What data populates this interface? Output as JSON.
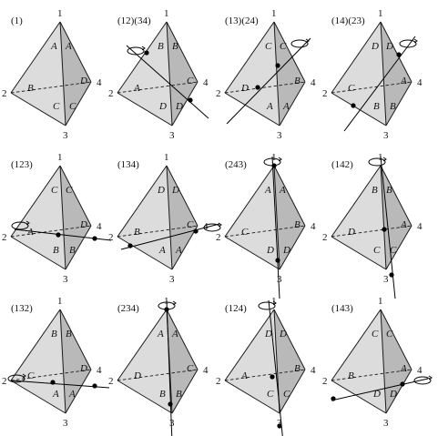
{
  "panels": [
    {
      "label": "(1)",
      "v": [
        "1",
        "2",
        "3",
        "4"
      ],
      "faces": [
        "A",
        "A",
        "B",
        "D",
        "C",
        "C"
      ],
      "dots": 0
    },
    {
      "label": "(12)(34)",
      "v": [
        "1",
        "2",
        "3",
        "4"
      ],
      "faces": [
        "B",
        "B",
        "A",
        "C",
        "D",
        "D"
      ],
      "dots": 2
    },
    {
      "label": "(13)(24)",
      "v": [
        "1",
        "2",
        "3",
        "4"
      ],
      "faces": [
        "C",
        "C",
        "D",
        "B",
        "A",
        "A"
      ],
      "dots": 2
    },
    {
      "label": "(14)(23)",
      "v": [
        "1",
        "2",
        "3",
        "4"
      ],
      "faces": [
        "D",
        "D",
        "C",
        "A",
        "B",
        "B"
      ],
      "dots": 2
    },
    {
      "label": "(123)",
      "v": [
        "1",
        "2",
        "3",
        "4"
      ],
      "faces": [
        "C",
        "C",
        "A",
        "D",
        "B",
        "B"
      ],
      "dots": 2
    },
    {
      "label": "(134)",
      "v": [
        "1",
        "2",
        "3",
        "4"
      ],
      "faces": [
        "D",
        "D",
        "B",
        "C",
        "A",
        "A"
      ],
      "dots": 2
    },
    {
      "label": "(243)",
      "v": [
        "1",
        "2",
        "3",
        "4"
      ],
      "faces": [
        "A",
        "A",
        "C",
        "B",
        "D",
        "D"
      ],
      "dots": 2
    },
    {
      "label": "(142)",
      "v": [
        "1",
        "2",
        "3",
        "4"
      ],
      "faces": [
        "B",
        "B",
        "D",
        "A",
        "C",
        "C"
      ],
      "dots": 2
    },
    {
      "label": "(132)",
      "v": [
        "1",
        "2",
        "3",
        "4"
      ],
      "faces": [
        "B",
        "B",
        "C",
        "D",
        "A",
        "A"
      ],
      "dots": 2
    },
    {
      "label": "(234)",
      "v": [
        "1",
        "2",
        "3",
        "4"
      ],
      "faces": [
        "A",
        "A",
        "D",
        "C",
        "B",
        "B"
      ],
      "dots": 2
    },
    {
      "label": "(124)",
      "v": [
        "1",
        "2",
        "3",
        "4"
      ],
      "faces": [
        "D",
        "D",
        "A",
        "B",
        "C",
        "C"
      ],
      "dots": 2
    },
    {
      "label": "(143)",
      "v": [
        "1",
        "2",
        "3",
        "4"
      ],
      "faces": [
        "C",
        "C",
        "B",
        "A",
        "D",
        "D"
      ],
      "dots": 2
    }
  ]
}
